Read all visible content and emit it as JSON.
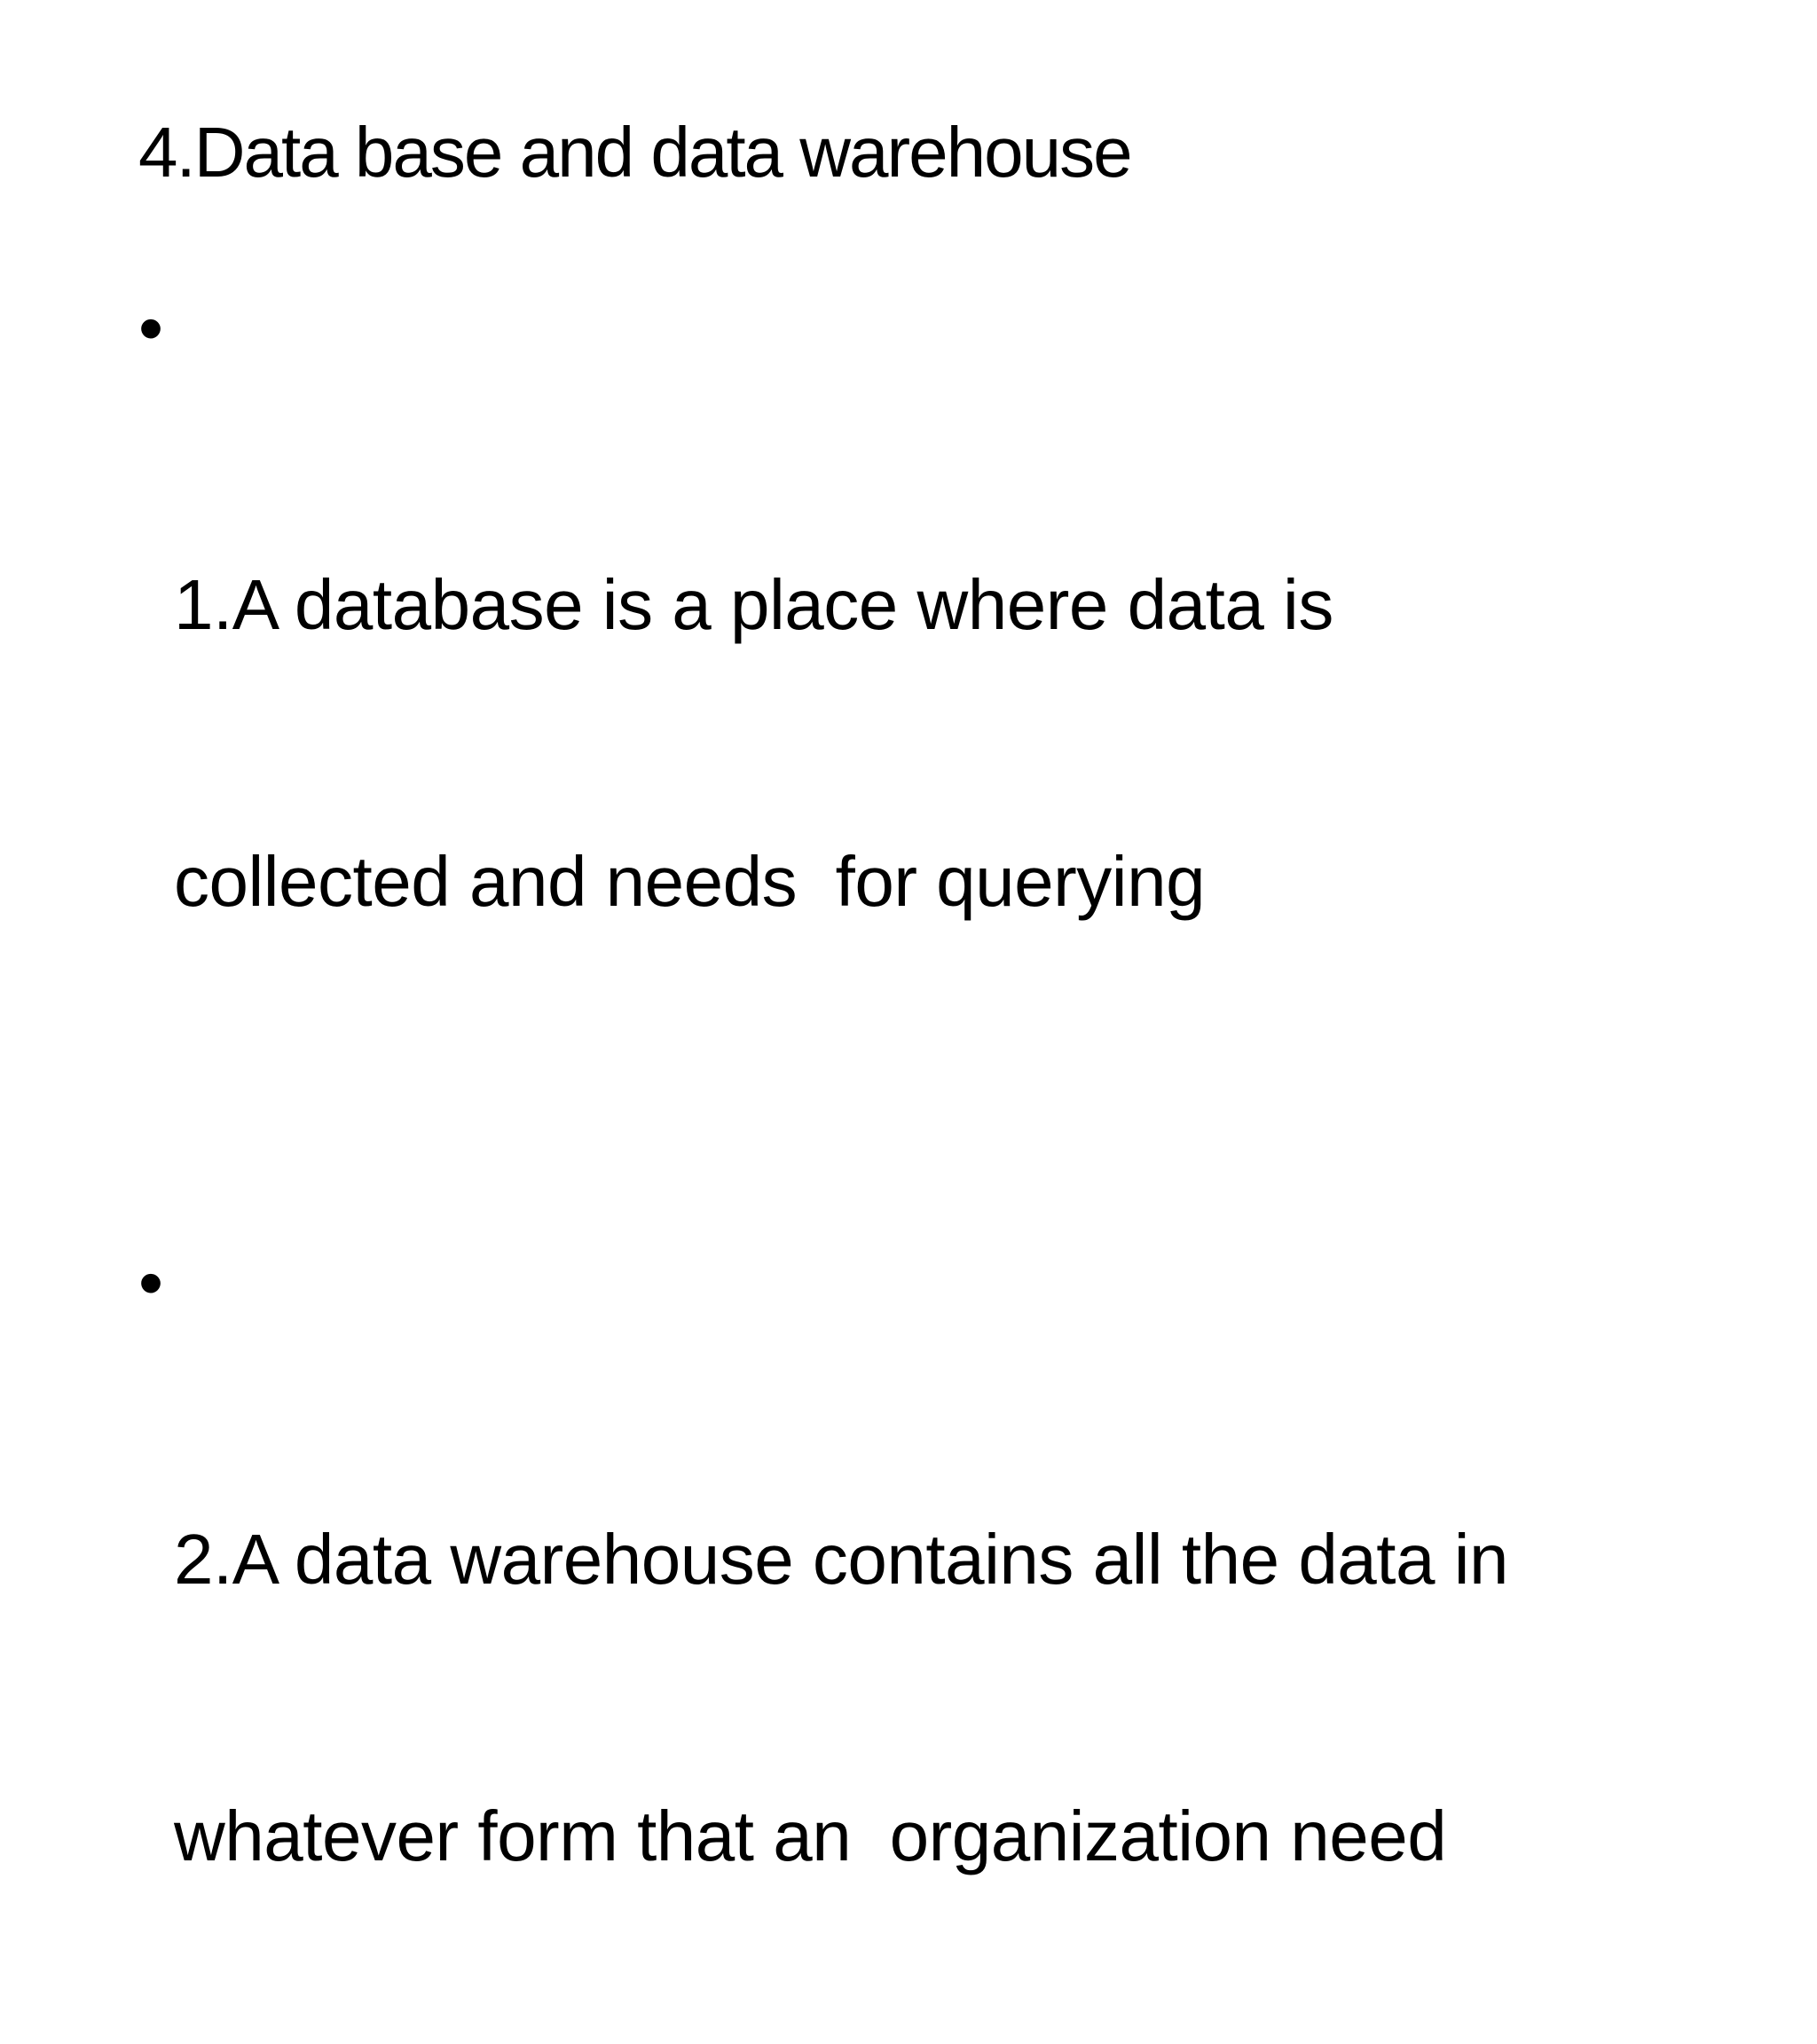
{
  "slide": {
    "title": "4.Data base and data warehouse",
    "bullet_symbol": "•",
    "bullets": [
      {
        "lines": [
          "1.A database is a place where data is",
          "collected and needs  for querying"
        ]
      },
      {
        "lines": [
          "2.A data warehouse contains all the data in",
          "whatever form that an  organization need"
        ]
      }
    ]
  }
}
